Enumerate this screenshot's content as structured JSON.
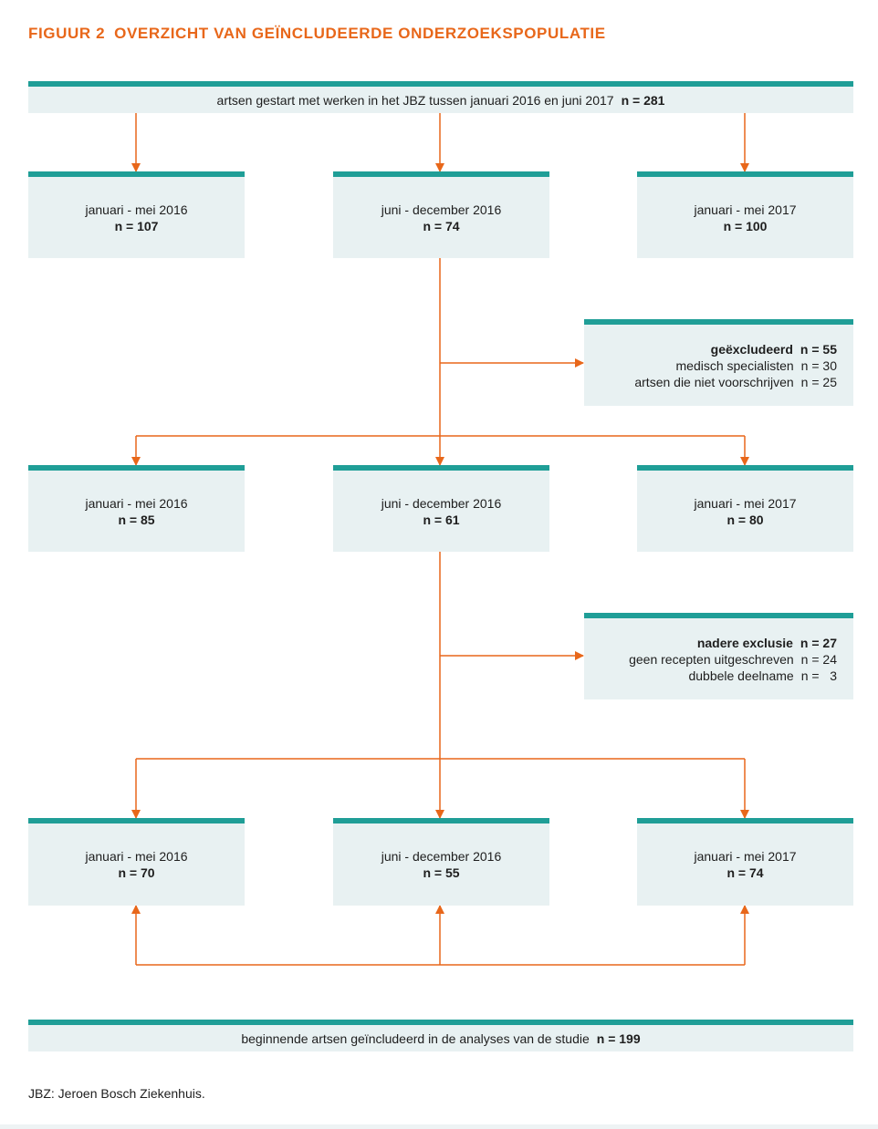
{
  "title": {
    "label": "FIGUUR 2",
    "text": "OVERZICHT VAN GEÏNCLUDEERDE ONDERZOEKSPOPULATIE"
  },
  "top": {
    "text": "artsen gestart met werken in het JBZ tussen januari 2016 en juni 2017",
    "n": "n = 281"
  },
  "rows": [
    [
      {
        "period": "januari - mei 2016",
        "n": "n = 107"
      },
      {
        "period": "juni - december 2016",
        "n": "n = 74"
      },
      {
        "period": "januari - mei 2017",
        "n": "n = 100"
      }
    ],
    [
      {
        "period": "januari - mei 2016",
        "n": "n = 85"
      },
      {
        "period": "juni - december 2016",
        "n": "n = 61"
      },
      {
        "period": "januari - mei 2017",
        "n": "n = 80"
      }
    ],
    [
      {
        "period": "januari - mei 2016",
        "n": "n = 70"
      },
      {
        "period": "juni - december 2016",
        "n": "n = 55"
      },
      {
        "period": "januari - mei 2017",
        "n": "n = 74"
      }
    ]
  ],
  "exclusion1": {
    "heading": "geëxcludeerd",
    "heading_n": "n = 55",
    "items": [
      {
        "label": "medisch specialisten",
        "n": "n = 30"
      },
      {
        "label": "artsen die niet voorschrijven",
        "n": "n = 25"
      }
    ]
  },
  "exclusion2": {
    "heading": "nadere exclusie",
    "heading_n": "n = 27",
    "items": [
      {
        "label": "geen recepten uitgeschreven",
        "n": "n = 24"
      },
      {
        "label": "dubbele deelname",
        "n": "n =   3"
      }
    ]
  },
  "final": {
    "text": "beginnende artsen geïncludeerd in de analyses van de studie",
    "n": "n = 199"
  },
  "footnote": "JBZ: Jeroen Bosch Ziekenhuis.",
  "colors": {
    "accent": "#e8671a",
    "teal": "#1f9e97",
    "box_bg": "#e8f1f2"
  }
}
